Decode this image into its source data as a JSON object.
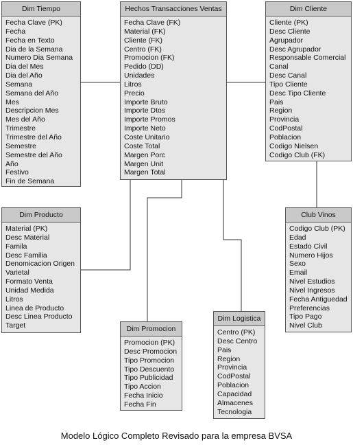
{
  "entities": {
    "dim_tiempo": {
      "title": "Dim Tiempo",
      "attributes": [
        "Fecha Clave (PK)",
        "Fecha",
        "Fecha en Texto",
        "Dia de la Semana",
        "Numero Dia Semana",
        "Dia del Mes",
        "Dia del Año",
        "Semana",
        "Semana del Año",
        "Mes",
        "Descripcion Mes",
        "Mes del Año",
        "Trimestre",
        "Trimestre del Año",
        "Semestre",
        "Semestre del Año",
        "Año",
        "Festivo",
        "Fin de Semana"
      ]
    },
    "hechos": {
      "title": "Hechos Transacciones Ventas",
      "attributes": [
        "Fecha Clave (FK)",
        "Material (FK)",
        "Cliente (FK)",
        "Centro (FK)",
        "Promocion (FK)",
        "Pedido (DD)",
        "Unidades",
        "Litros",
        "Precio",
        "Importe Bruto",
        "Importe Dtos",
        "Importe Promos",
        "Importe Neto",
        "Coste Unitario",
        "Coste Total",
        "Margen Porc",
        "Margen Unit",
        "Margen Total"
      ]
    },
    "dim_cliente": {
      "title": "Dim Cliente",
      "attributes": [
        "Cliente (PK)",
        "Desc Cliente",
        "Agrupador",
        "Desc Agrupador",
        "Responsable Comercial",
        "Canal",
        "Desc Canal",
        "Tipo Cliente",
        "Desc Tipo Cliente",
        "Pais",
        "Region",
        "Provincia",
        "CodPostal",
        "Poblacion",
        "Codigo Nielsen",
        "Codigo Club (FK)"
      ]
    },
    "dim_producto": {
      "title": "Dim Producto",
      "attributes": [
        "Material (PK)",
        "Desc Material",
        "Famila",
        "Desc Familia",
        "Denomicacion Origen",
        "Varietal",
        "Formato Venta",
        "Unidad Medida",
        "Litros",
        "Linea de Producto",
        "Desc Linea Producto",
        "Target"
      ]
    },
    "club_vinos": {
      "title": "Club Vinos",
      "attributes": [
        "Codigo Club (PK)",
        "Edad",
        "Estado Civil",
        "Numero Hijos",
        "Sexo",
        "Email",
        "Nivel Estudios",
        "Nivel Ingresos",
        "Fecha Antiguedad",
        "Preferencias",
        "Tipo Pago",
        "Nivel Club"
      ]
    },
    "dim_promocion": {
      "title": "Dim Promocion",
      "attributes": [
        "Promocion (PK)",
        "Desc Promocion",
        "Tipo Promocion",
        "Tipo Descuento",
        "Tipo Publicidad",
        "Tipo Accion",
        "Fecha Inicio",
        "Fecha Fin"
      ]
    },
    "dim_logistica": {
      "title": "Dim Logistica",
      "attributes": [
        "Centro (PK)",
        "Desc Centro",
        "Pais",
        "Region",
        "Provincia",
        "CodPostal",
        "Poblacion",
        "Capacidad",
        "Almacenes",
        "Tecnologia"
      ]
    }
  },
  "caption": "Modelo Lógico Completo Revisado para la empresa BVSA"
}
